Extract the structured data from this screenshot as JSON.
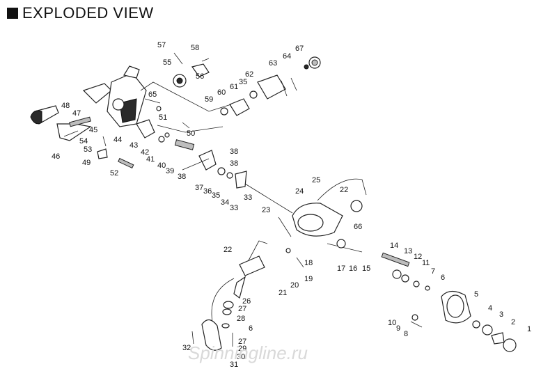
{
  "title": "EXPLODED VIEW",
  "watermark": "Spinningline.ru",
  "part_labels": [
    "1",
    "2",
    "3",
    "4",
    "5",
    "6",
    "7",
    "8",
    "9",
    "10",
    "11",
    "12",
    "13",
    "14",
    "15",
    "16",
    "17",
    "18",
    "19",
    "20",
    "21",
    "22",
    "22",
    "23",
    "24",
    "25",
    "26",
    "27",
    "27",
    "28",
    "29",
    "30",
    "31",
    "32",
    "33",
    "33",
    "34",
    "35",
    "35",
    "36",
    "37",
    "38",
    "38",
    "38",
    "39",
    "40",
    "41",
    "42",
    "43",
    "44",
    "45",
    "46",
    "47",
    "48",
    "49",
    "50",
    "51",
    "52",
    "53",
    "54",
    "55",
    "56",
    "57",
    "58",
    "59",
    "60",
    "61",
    "62",
    "63",
    "64",
    "65",
    "66",
    "67",
    "6"
  ]
}
